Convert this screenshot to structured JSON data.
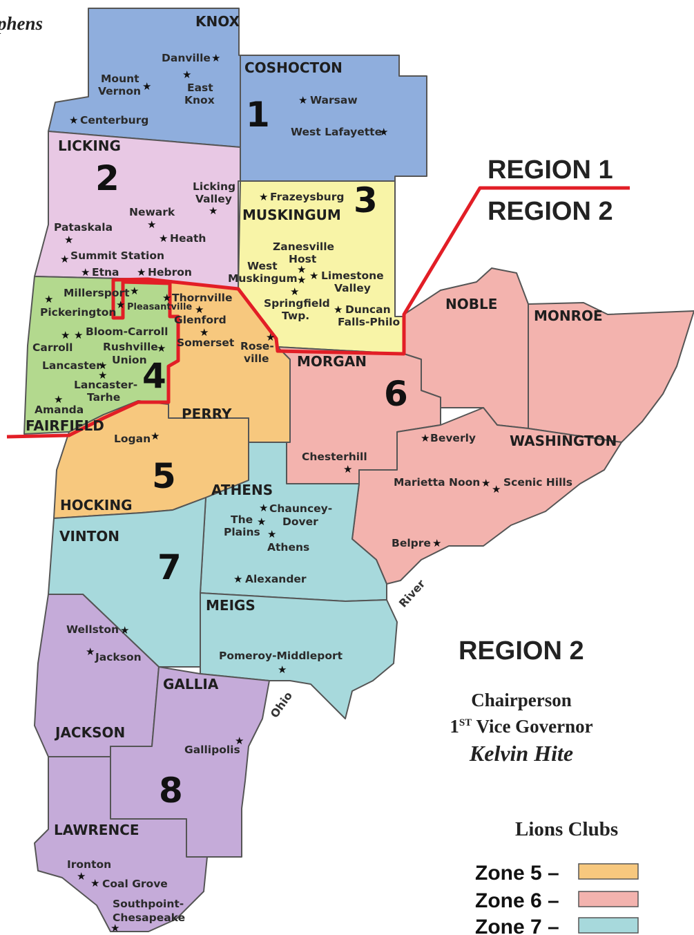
{
  "header_partial": "phens",
  "colors": {
    "zone1": "#8faedd",
    "zone2": "#e8c8e4",
    "zone3": "#f8f4a7",
    "zone4": "#b3d98e",
    "zone5": "#f7c87e",
    "zone6": "#f3b3ae",
    "zone7": "#a7d9dc",
    "zone8": "#c5abd9",
    "boundary": "#e21e26"
  },
  "zones": [
    {
      "number": "1",
      "counties": [
        "KNOX",
        "COSHOCTON"
      ]
    },
    {
      "number": "2",
      "counties": [
        "LICKING"
      ]
    },
    {
      "number": "3",
      "counties": [
        "MUSKINGUM"
      ]
    },
    {
      "number": "4",
      "counties": [
        "FAIRFIELD"
      ]
    },
    {
      "number": "5",
      "counties": [
        "PERRY",
        "HOCKING"
      ]
    },
    {
      "number": "6",
      "counties": [
        "NOBLE",
        "MONROE",
        "MORGAN",
        "WASHINGTON"
      ]
    },
    {
      "number": "7",
      "counties": [
        "ATHENS",
        "VINTON",
        "MEIGS"
      ]
    },
    {
      "number": "8",
      "counties": [
        "GALLIA",
        "JACKSON",
        "LAWRENCE"
      ]
    }
  ],
  "counties": {
    "knox": "KNOX",
    "coshocton": "COSHOCTON",
    "licking": "LICKING",
    "muskingum": "MUSKINGUM",
    "fairfield": "FAIRFIELD",
    "perry": "PERRY",
    "hocking": "HOCKING",
    "noble": "NOBLE",
    "monroe": "MONROE",
    "morgan": "MORGAN",
    "washington": "WASHINGTON",
    "athens": "ATHENS",
    "vinton": "VINTON",
    "meigs": "MEIGS",
    "gallia": "GALLIA",
    "jackson": "JACKSON",
    "lawrence": "LAWRENCE"
  },
  "towns": {
    "danville": "Danville",
    "mount_vernon": [
      "Mount",
      "Vernon"
    ],
    "east_knox": [
      "East",
      "Knox"
    ],
    "centerburg": "Centerburg",
    "warsaw": "Warsaw",
    "west_lafayette": "West Lafayette",
    "licking_valley": [
      "Licking",
      "Valley"
    ],
    "newark": "Newark",
    "pataskala": "Pataskala",
    "heath": "Heath",
    "summit_station": "Summit Station",
    "etna": "Etna",
    "hebron": "Hebron",
    "frazeysburg": "Frazeysburg",
    "zanesville_host": [
      "Zanesville",
      "Host"
    ],
    "west_muskingum": [
      "West",
      "Muskingum"
    ],
    "limestone_valley": [
      "Limestone",
      "Valley"
    ],
    "springfield_twp": [
      "Springfield",
      "Twp."
    ],
    "duncan_falls": [
      "Duncan",
      "Falls-Philo"
    ],
    "millersport": "Millersport",
    "pickerington": "Pickerington",
    "pleasantville": "Pleasantville",
    "thornville": "Thornville",
    "glenford": "Glenford",
    "bloom_carroll": "Bloom-Carroll",
    "carroll": "Carroll",
    "rushville_union": [
      "Rushville",
      "Union"
    ],
    "somerset": "Somerset",
    "roseville": [
      "Rose-",
      "ville"
    ],
    "lancaster": "Lancaster",
    "lancaster_tarhe": [
      "Lancaster-",
      "Tarhe"
    ],
    "amanda": "Amanda",
    "logan": "Logan",
    "chesterhill": "Chesterhill",
    "beverly": "Beverly",
    "marietta_noon": "Marietta Noon",
    "scenic_hills": "Scenic Hills",
    "belpre": "Belpre",
    "chauncey_dover": [
      "Chauncey-",
      "Dover"
    ],
    "the_plains": [
      "The",
      "Plains"
    ],
    "athens": "Athens",
    "alexander": "Alexander",
    "pomeroy_middleport": "Pomeroy-Middleport",
    "wellston": "Wellston",
    "jackson": "Jackson",
    "gallipolis": "Gallipolis",
    "ironton": "Ironton",
    "coal_grove": "Coal Grove",
    "southpoint_chesapeake": [
      "Southpoint-",
      "Chesapeake"
    ]
  },
  "rivers": {
    "river": "River",
    "ohio": "Ohio"
  },
  "region_labels": {
    "region1": "REGION 1",
    "region2_top": "REGION 2",
    "region2_main": "REGION 2"
  },
  "officer": {
    "title": "Chairperson",
    "vice_ordinal": "1",
    "vice_sup": "ST",
    "vice_rest": " Vice Governor",
    "name": "Kelvin Hite"
  },
  "legend": {
    "title": "Lions Clubs",
    "items": [
      {
        "label": "Zone 5 –",
        "color": "#f7c87e"
      },
      {
        "label": "Zone 6 –",
        "color": "#f3b3ae"
      },
      {
        "label": "Zone 7 –",
        "color": "#a7d9dc"
      }
    ]
  }
}
